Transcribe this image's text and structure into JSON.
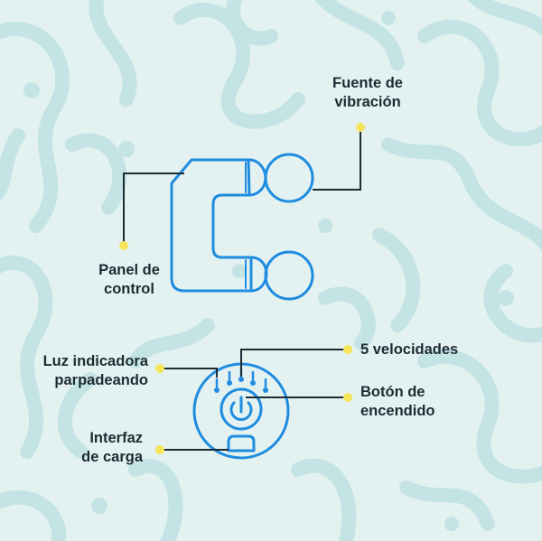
{
  "colors": {
    "background": "#e3f2f0",
    "pattern": "#c4e3e4",
    "device_stroke": "#1f8ce0",
    "leader_line": "#1d2b35",
    "marker": "#f5e55a",
    "text": "#1d2b35"
  },
  "labels": {
    "vibration_source": {
      "line1": "Fuente de",
      "line2": "vibración"
    },
    "control_panel": {
      "line1": "Panel de",
      "line2": "control"
    },
    "speeds": {
      "line1": "5 velocidades"
    },
    "indicator_light": {
      "line1": "Luz indicadora",
      "line2": "parpadeando"
    },
    "power_button": {
      "line1": "Botón de",
      "line2": "encendido"
    },
    "charging_port": {
      "line1": "Interfaz",
      "line2": "de carga"
    }
  }
}
